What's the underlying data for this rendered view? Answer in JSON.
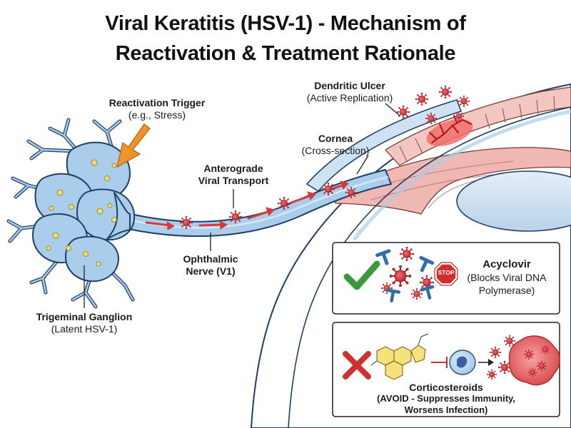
{
  "title": {
    "line1": "Viral Keratitis (HSV-1) - Mechanism of",
    "line2": "Reactivation & Treatment Rationale"
  },
  "labels": {
    "trigger": {
      "title": "Reactivation Trigger",
      "sub": "(e.g., Stress)"
    },
    "transport": {
      "line1": "Anterograde",
      "line2": "Viral Transport"
    },
    "nerve": {
      "line1": "Ophthalmic",
      "line2": "Nerve (V1)"
    },
    "ganglion": {
      "title": "Trigeminal Ganglion",
      "sub": "(Latent HSV-1)"
    },
    "ulcer": {
      "title": "Dendritic Ulcer",
      "sub": "(Active Replication)"
    },
    "cornea": {
      "title": "Cornea",
      "sub": "(Cross-section)"
    }
  },
  "acyclovir": {
    "name": "Acyclovir",
    "desc1": "(Blocks Viral DNA",
    "desc2": "Polymerase)",
    "stop_text": "STOP",
    "mark_icon": "check-icon",
    "mark_color": "#3a9a3a"
  },
  "corticosteroids": {
    "name": "Corticosteroids",
    "desc1": "(AVOID - Suppresses Immunity,",
    "desc2": "Worsens Infection)",
    "mark_icon": "cross-icon",
    "mark_color": "#d03030"
  },
  "colors": {
    "nerve_fill": "#a9cdea",
    "nerve_stroke": "#1f3f66",
    "virus": "#d8363a",
    "arrow": "#d83a3a",
    "trigger_arrow": "#f0932b",
    "cornea_fill": "#dbe9f6",
    "tissue": "#e9a9a4"
  }
}
